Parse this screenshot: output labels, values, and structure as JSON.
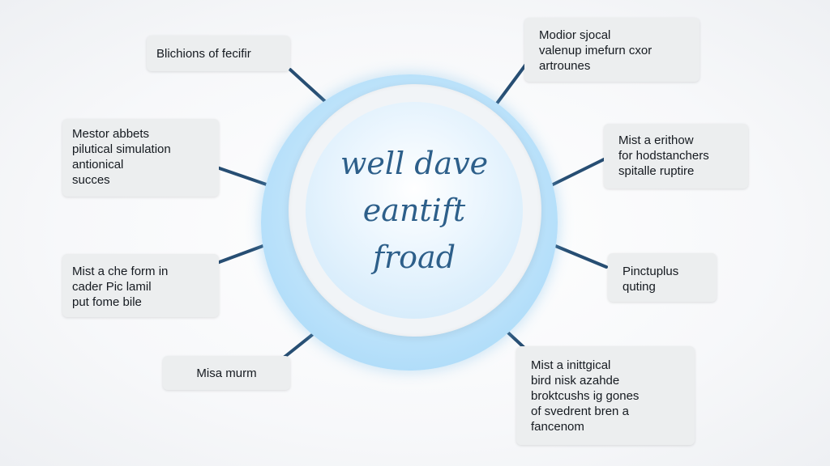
{
  "hub": {
    "lines": [
      "well dave",
      "eantift",
      "froad"
    ]
  },
  "labels": {
    "top_left": [
      "Blichions of fecifir"
    ],
    "upper_left": [
      "Mestor abbets",
      "pilutical simulation",
      "antionical",
      "succes"
    ],
    "middle_left": [
      "Mist a che form in",
      "cader Pic lamil",
      "put fome bile"
    ],
    "bottom_left": [
      "Misa murm"
    ],
    "top_right": [
      "Modior sjocal",
      "valenup imefurn cxor",
      "artrounes"
    ],
    "upper_right": [
      "Mist a erithow",
      "for hodstanchers",
      "spitalle ruptire"
    ],
    "middle_right": [
      "Pinctuplus",
      "quting"
    ],
    "bottom_right": [
      "Mist a inittgical",
      "bird nisk azahde",
      "broktcushs ig gones",
      "of svedrent bren a",
      "fancenom"
    ]
  },
  "colors": {
    "arrow": "#274e73",
    "box_bg": "#eceeef",
    "hub_text": "#2d5f8a"
  }
}
